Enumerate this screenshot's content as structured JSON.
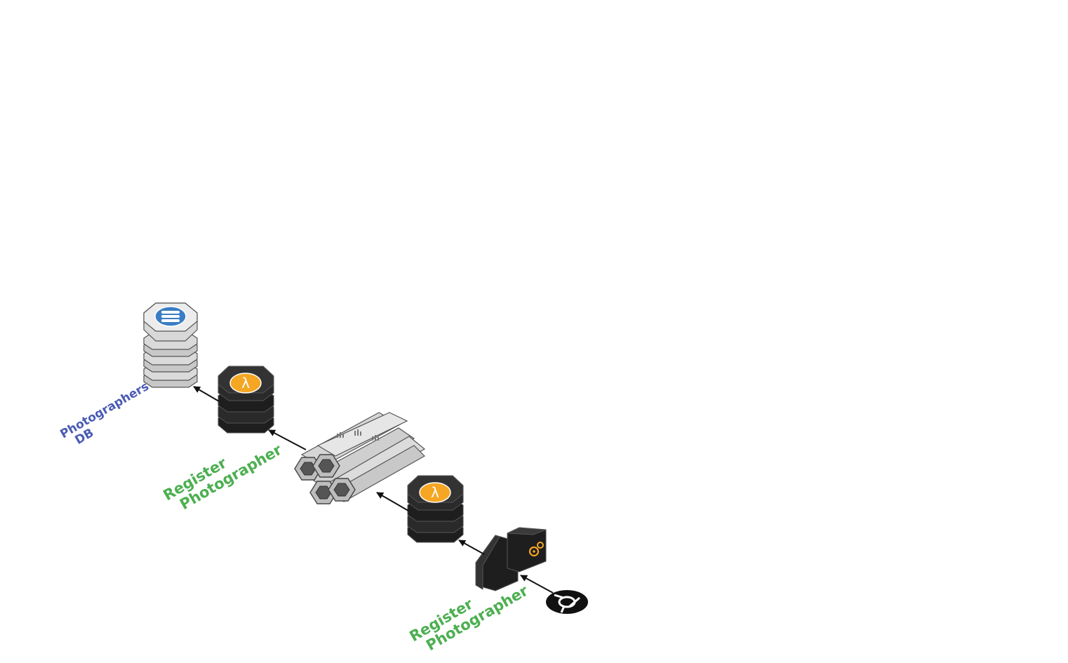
{
  "labels": {
    "db_line1": "Photographers",
    "db_line2": "DB",
    "reg1_line1": "Register",
    "reg1_line2": "Photographer",
    "reg2_line1": "Register",
    "reg2_line2": "Photographer"
  },
  "icons": {
    "database": "dynamodb-icon",
    "lambda": "lambda-icon",
    "queue": "kinesis-stream-icon",
    "gateway": "api-gateway-icon",
    "client": "browser-client-icon"
  },
  "colors": {
    "db_label": "#4b5bb5",
    "service_label": "#4caf50",
    "lambda_badge": "#f5a623",
    "db_badge": "#3b7dc4",
    "dark_node": "#262626",
    "light_node": "#e3e3e3",
    "gear": "#f5a623"
  }
}
